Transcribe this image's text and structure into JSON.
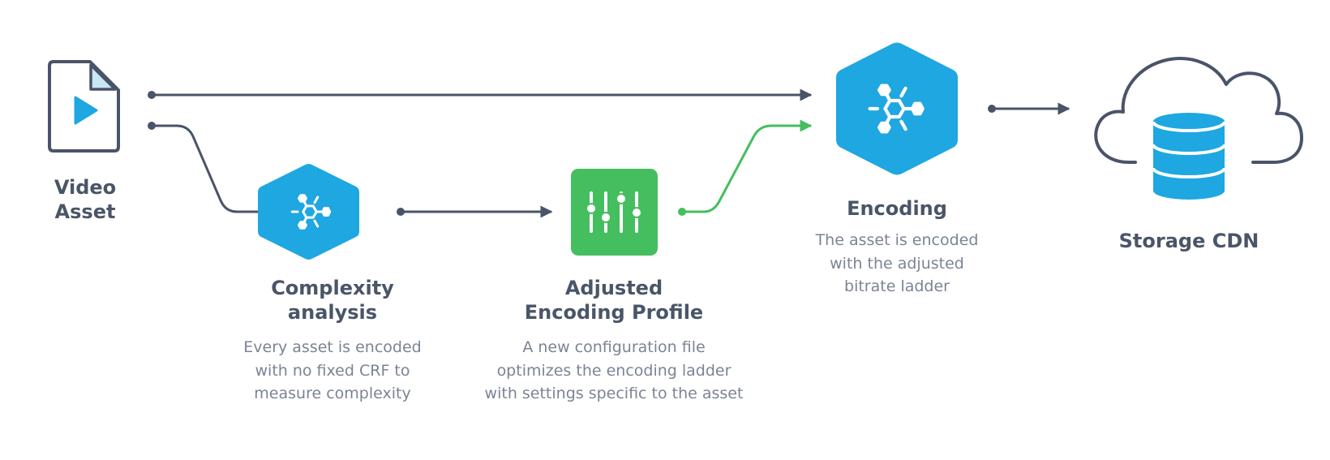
{
  "colors": {
    "outline": "#4a5468",
    "blue": "#1ea7e1",
    "green": "#45be60",
    "light_blue_fill": "#c9e8f7",
    "text_dark": "#4a5568",
    "text_light": "#7b8494"
  },
  "nodes": {
    "video_asset": {
      "icon": "video-file-icon",
      "title": [
        "Video",
        "Asset"
      ]
    },
    "complexity": {
      "icon": "molecule-hexagon-icon",
      "title": [
        "Complexity",
        "analysis"
      ],
      "desc": [
        "Every asset is encoded",
        "with no fixed CRF to",
        "measure complexity"
      ]
    },
    "profile": {
      "icon": "equalizer-sliders-icon",
      "title": [
        "Adjusted",
        "Encoding Profile"
      ],
      "desc": [
        "A new configuration file",
        "optimizes the encoding ladder",
        "with settings specific to the asset"
      ]
    },
    "encoding": {
      "icon": "molecule-hexagon-icon",
      "title": [
        "Encoding"
      ],
      "desc": [
        "The asset is encoded",
        "with the adjusted",
        "bitrate ladder"
      ]
    },
    "storage": {
      "icon": "cloud-database-icon",
      "title": [
        "Storage CDN"
      ]
    }
  },
  "edges": [
    {
      "from": "video_asset",
      "to": "encoding"
    },
    {
      "from": "video_asset",
      "to": "complexity"
    },
    {
      "from": "complexity",
      "to": "profile"
    },
    {
      "from": "profile",
      "to": "encoding"
    },
    {
      "from": "encoding",
      "to": "storage"
    }
  ]
}
